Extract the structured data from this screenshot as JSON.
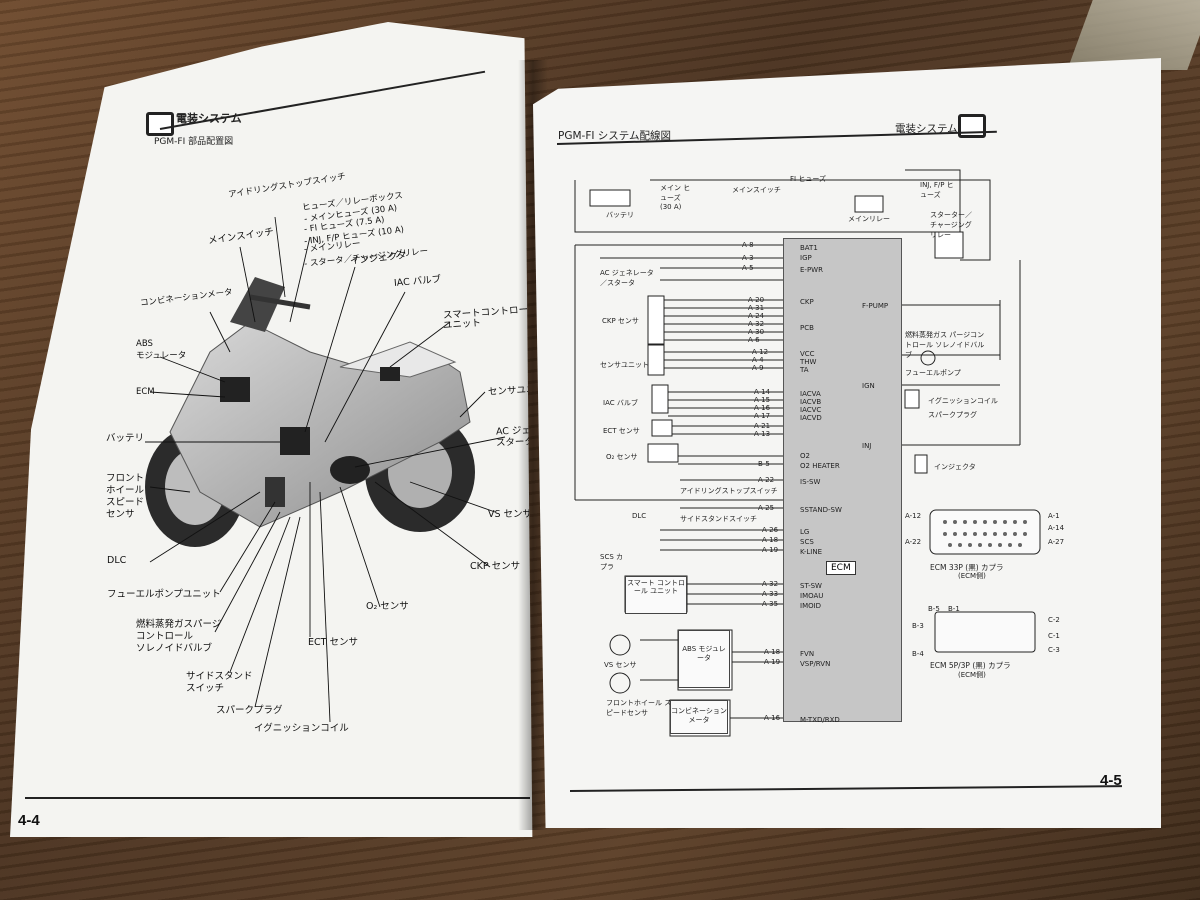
{
  "left_page": {
    "header_section": "電装システム",
    "header_title": "PGM-FI 部品配置図",
    "page_number": "4-4",
    "labels": [
      "アイドリングストップスイッチ",
      "ヒューズ／リレーボックス",
      "- メインヒューズ (30 A)",
      "- FI ヒューズ (7.5 A)",
      "- INJ, F/P ヒューズ (10 A)",
      "- メインリレー",
      "- スタータ／チャージングリレー",
      "メインスイッチ",
      "インジェクタ",
      "IAC バルブ",
      "コンビネーションメータ",
      "スマートコントロール",
      "ユニット",
      "ABS",
      "モジュレータ",
      "センサユニット",
      "ECM",
      "AC ジェネレータ／",
      "スタータ",
      "バッテリ",
      "フロント",
      "ホイール",
      "スピード",
      "センサ",
      "VS センサ",
      "DLC",
      "CKP センサ",
      "フューエルポンプユニット",
      "O₂ センサ",
      "燃料蒸発ガスパージ",
      "コントロール",
      "ソレノイドバルブ",
      "ECT センサ",
      "サイドスタンド",
      "スイッチ",
      "スパークプラグ",
      "イグニッションコイル"
    ]
  },
  "right_page": {
    "header_title": "PGM-FI システム配線図",
    "header_section": "電装システム",
    "page_number": "4-5",
    "components": {
      "battery": "バッテリ",
      "main_fuse": "メイン ヒューズ (30 A)",
      "main_switch": "メインスイッチ",
      "fi_fuse": "FI ヒューズ",
      "main_relay": "メインリレー",
      "inj_fp_fuse": "INJ, F/P ヒューズ",
      "starter_relay": "スターター／チャージングリレー",
      "ac_generator": "AC ジェネレータ／スタータ",
      "ckp_sensor": "CKP センサ",
      "sensor_unit": "センサユニット",
      "iac_valve": "IAC バルブ",
      "ect_sensor": "ECT センサ",
      "o2_sensor": "O₂ センサ",
      "idle_stop_switch": "アイドリングストップスイッチ",
      "side_stand_switch": "サイドスタンドスイッチ",
      "dlc": "DLC",
      "scs_coupler": "SCS カプラ",
      "smart_control_unit": "スマート コントロール ユニット",
      "abs_modulator": "ABS モジュレータ",
      "vs_sensor": "VS センサ",
      "front_wheel_speed_sensor": "フロントホイール スピードセンサ",
      "combination_meter": "コンビネーション メータ",
      "purge_solenoid": "燃料蒸発ガス パージコントロール ソレノイドバルブ",
      "fuel_pump": "フューエルポンプ",
      "ignition_coil": "イグニッションコイル",
      "spark_plug": "スパークプラグ",
      "injector": "インジェクタ",
      "ecm": "ECM",
      "ecm_33p": "ECM 33P (黒) カプラ",
      "ecm_33p_sub": "(ECM側)",
      "ecm_5p3p": "ECM 5P/3P (黒) カプラ",
      "ecm_5p3p_sub": "(ECM側)"
    },
    "pins": [
      "A-8",
      "A-3",
      "A-5",
      "A-20",
      "A-31",
      "A-24",
      "A-32",
      "A-30",
      "A-6",
      "A-12",
      "A-4",
      "A-9",
      "A-14",
      "A-15",
      "A-16",
      "A-17",
      "A-21",
      "A-13",
      "B-5",
      "A-22",
      "A-25",
      "A-26",
      "A-18",
      "A-19",
      "A-32",
      "A-33",
      "A-35",
      "A-18",
      "A-19",
      "A-16"
    ],
    "signals": [
      "BAT1",
      "IGP",
      "E-PWR",
      "CKP",
      "PCB",
      "VCC",
      "THW",
      "TA",
      "IACVA",
      "IACVB",
      "IACVC",
      "IACVD",
      "O2",
      "O2 HEATER",
      "IS-SW",
      "SSTAND-SW",
      "LG",
      "SCS",
      "K-LINE",
      "ST-SW",
      "IMOAU",
      "IMOID",
      "FVN",
      "VSP/RVN",
      "M-TXD/RXD",
      "F-PUMP",
      "IGN",
      "INJ"
    ],
    "connector_pins_33p": [
      "A-12",
      "A-1",
      "A-14",
      "A-22",
      "A-27"
    ],
    "connector_pins_5p3p": [
      "B-5",
      "B-1",
      "B-3",
      "B-4",
      "C-2",
      "C-1",
      "C-3"
    ]
  }
}
